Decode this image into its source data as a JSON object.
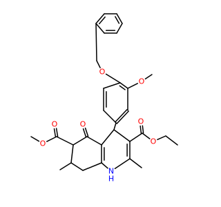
{
  "colors": {
    "background": "#ffffff",
    "bond": "#000000",
    "carbon": "#000000",
    "oxygen": "#ff0000",
    "nitrogen": "#0000ff"
  },
  "atoms": {
    "o_benzyloxy": "O",
    "o_methoxy": "O",
    "o_ketone": "O",
    "o_ester_left_carbonyl": "O",
    "o_ester_left_single": "O",
    "o_ester_right_carbonyl": "O",
    "o_ester_right_single": "O",
    "nh": "H",
    "n": "N"
  }
}
